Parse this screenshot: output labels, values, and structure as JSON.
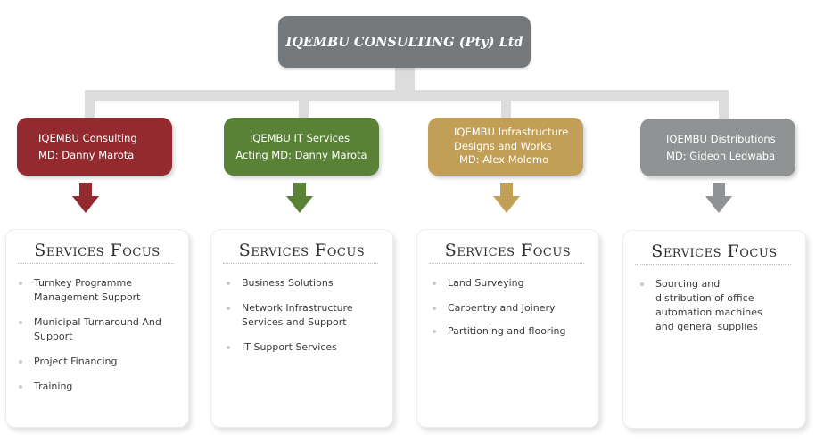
{
  "title": "IQEMBU CONSULTING (Pty) Ltd",
  "colors": {
    "connector": "#dcdcdc",
    "top_box": "#76797c",
    "consulting": "#922a30",
    "it_services": "#5a8237",
    "infrastructure": "#c19f56",
    "distributions": "#8f9394"
  },
  "divisions": [
    {
      "name_lines": [
        "IQEMBU Consulting",
        "MD: Danny Marota"
      ],
      "color": "#922a30",
      "services_title": "Services Focus",
      "services": [
        "Turnkey Programme Management Support",
        "Municipal Turnaround And Support",
        "Project Financing",
        "Training"
      ]
    },
    {
      "name_lines": [
        "IQEMBU IT Services",
        "Acting MD: Danny Marota"
      ],
      "color": "#5a8237",
      "services_title": "Services Focus",
      "services": [
        "Business Solutions",
        "Network Infrastructure Services and Support",
        "IT Support Services"
      ]
    },
    {
      "name_lines": [
        "IQEMBU Infrastructure",
        "Designs and Works",
        "MD: Alex Molomo"
      ],
      "color": "#c19f56",
      "services_title": "Services Focus",
      "services": [
        "Land Surveying",
        "Carpentry and Joinery",
        "Partitioning and flooring"
      ]
    },
    {
      "name_lines": [
        "IQEMBU Distributions",
        "MD: Gideon Ledwaba"
      ],
      "color": "#8f9394",
      "services_title": "Services Focus",
      "services": [
        "Sourcing and distribution of office automation machines and general supplies"
      ]
    }
  ]
}
